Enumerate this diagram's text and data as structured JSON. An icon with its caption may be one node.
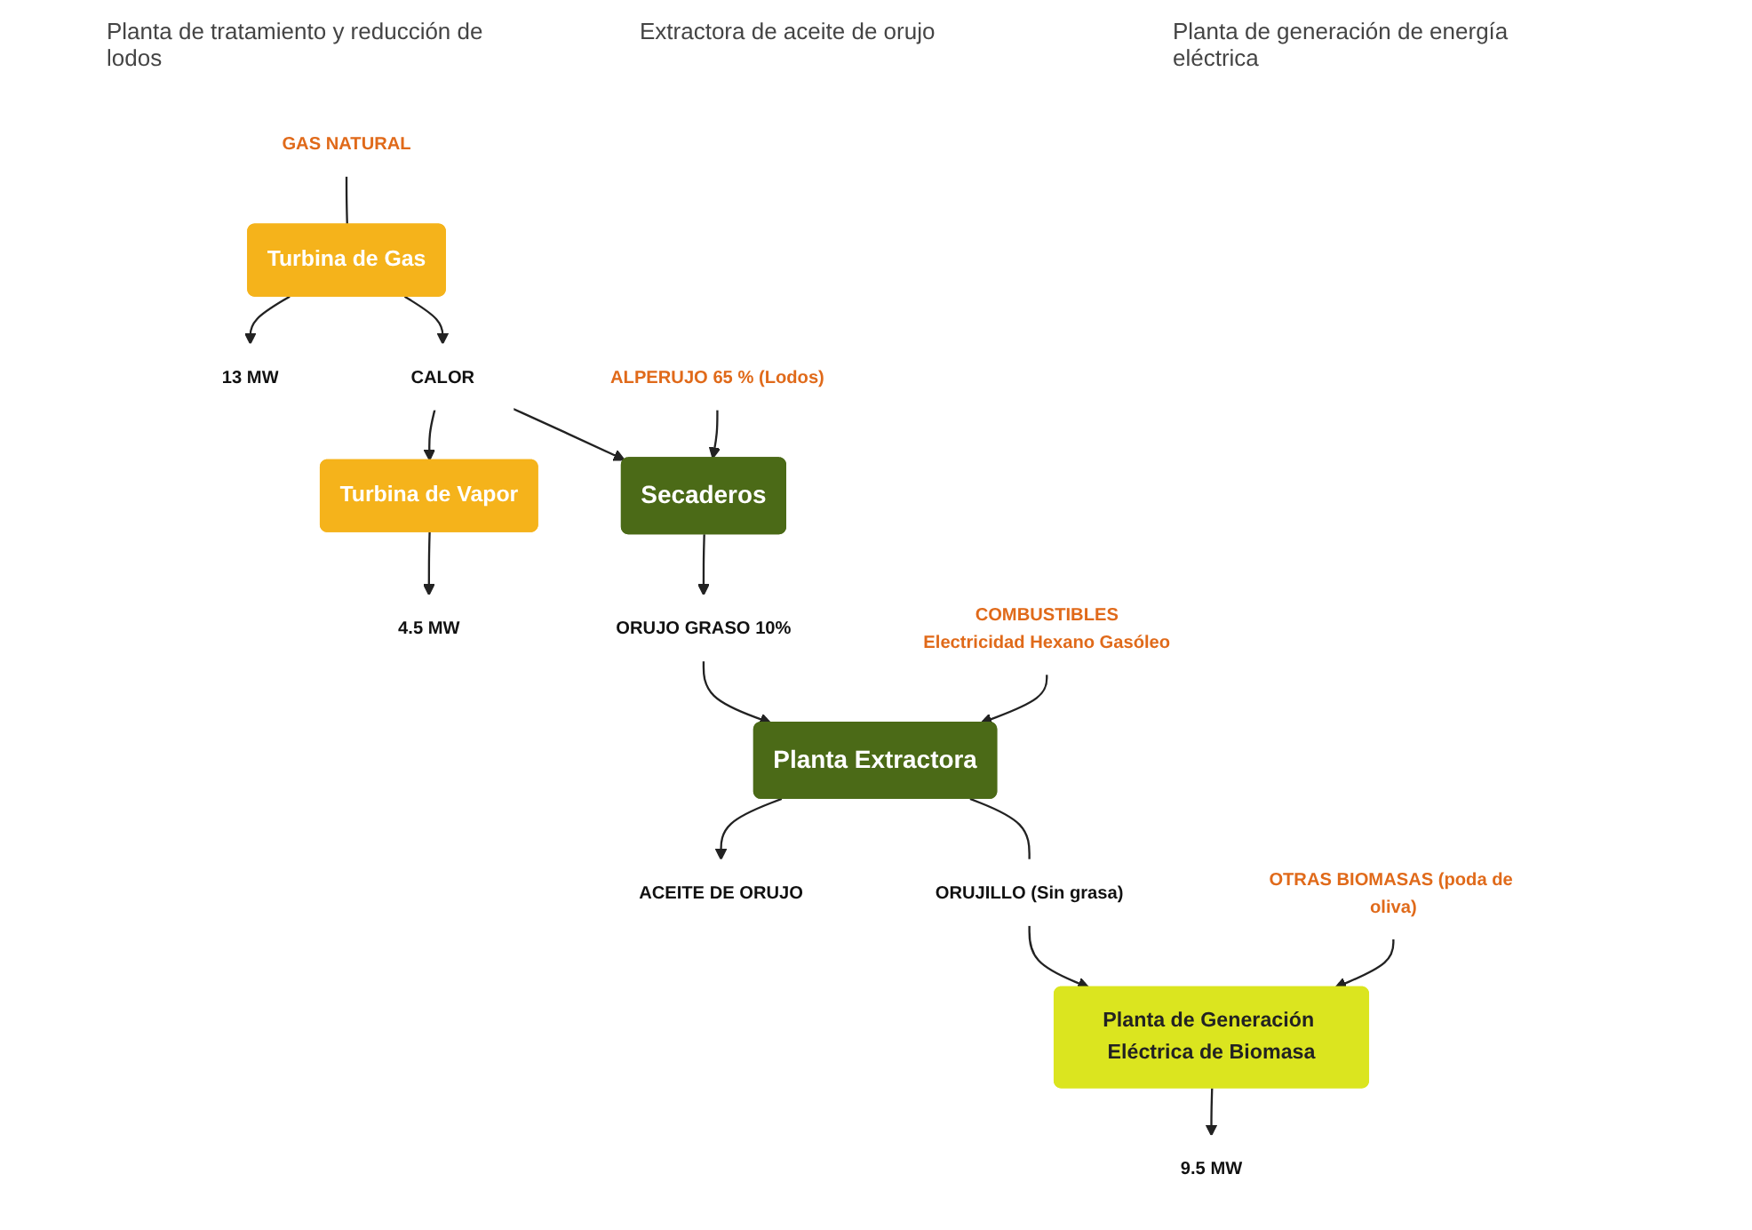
{
  "diagram": {
    "nodes": [
      {
        "text": [
          "GAS NATURAL"
        ]
      },
      {
        "text": [
          "13 MW"
        ]
      },
      {
        "text": [
          "Turbina de Gas"
        ]
      },
      {
        "text": [
          "CALOR"
        ]
      },
      {
        "text": [
          "Turbina de Vapor"
        ]
      },
      {
        "text": [
          "4.5 MW"
        ]
      },
      {
        "text": [
          "COMBUSTIBLES",
          "Electricidad Hexano Gasóleo"
        ]
      },
      {
        "text": [
          "ALPERUJO 65 % (Lodos)"
        ]
      },
      {
        "text": [
          "Secaderos"
        ]
      },
      {
        "text": [
          "ORUJO GRASO 10%"
        ]
      },
      {
        "text": [
          "Planta Extractora"
        ]
      },
      {
        "text": [
          "ACEITE DE ORUJO"
        ]
      },
      {
        "text": [
          "ORUJILLO (Sin grasa)"
        ]
      },
      {
        "text": [
          "Planta de Generación Eléctrica de Biomasa"
        ]
      },
      {
        "text": [
          "9.5 MW"
        ]
      },
      {
        "text": [
          "OTRAS BIOMASAS (poda de oliva)"
        ]
      }
    ],
    "edges": [
      {
        "from": 0,
        "to": 2,
        "arrow": "none"
      },
      {
        "from": 2,
        "to": 1,
        "arrow": "to"
      },
      {
        "from": 2,
        "to": 3,
        "arrow": "to"
      },
      {
        "from": 3,
        "to": 4,
        "arrow": "to"
      },
      {
        "from": 4,
        "to": 5,
        "arrow": "to"
      },
      {
        "from": 3,
        "to": 8,
        "arrow": "to"
      },
      {
        "from": 7,
        "to": 8,
        "arrow": "to"
      },
      {
        "from": 8,
        "to": 9,
        "arrow": "to"
      },
      {
        "from": 9,
        "to": 10,
        "arrow": "to"
      },
      {
        "from": 6,
        "to": 10,
        "arrow": "to"
      },
      {
        "from": 10,
        "to": 11,
        "arrow": "to"
      },
      {
        "from": 10,
        "to": 12,
        "arrow": "none"
      },
      {
        "from": 12,
        "to": 13,
        "arrow": "to"
      },
      {
        "from": 13,
        "to": 14,
        "arrow": "to"
      },
      {
        "from": 15,
        "to": 13,
        "arrow": "to"
      }
    ],
    "labels": [
      "Planta de tratamiento y reducción de lodos",
      "Extractora de aceite de orujo",
      "Planta de generación de energía eléctrica"
    ]
  }
}
